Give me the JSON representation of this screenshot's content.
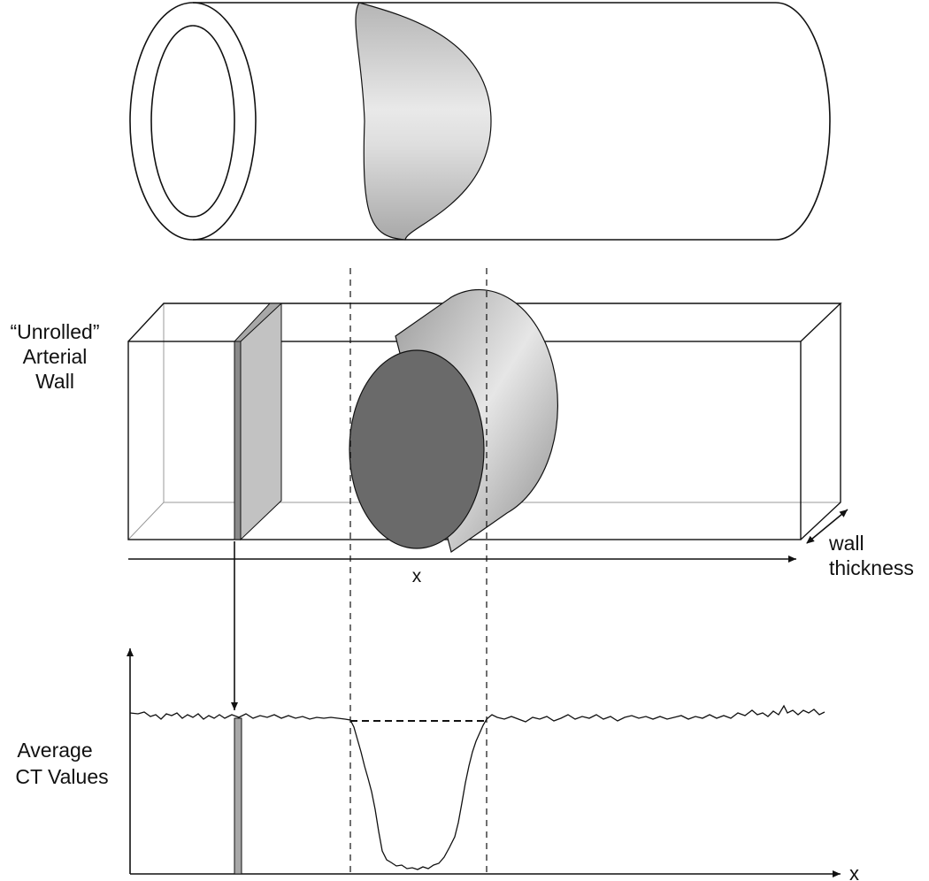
{
  "labels": {
    "unrolled_line1": "“Unrolled”",
    "unrolled_line2": "Arterial",
    "unrolled_line3": "Wall",
    "x_axis_mid": "x",
    "wall_thickness_line1": "wall",
    "wall_thickness_line2": "thickness",
    "avg_line1": "Average",
    "avg_line2": "CT Values",
    "x_axis_bottom": "x"
  },
  "colors": {
    "line": "#111111",
    "plaque_face": "#6a6a6a",
    "slice": "#b8b8b8",
    "plaque_band": "#cfcfcf"
  }
}
